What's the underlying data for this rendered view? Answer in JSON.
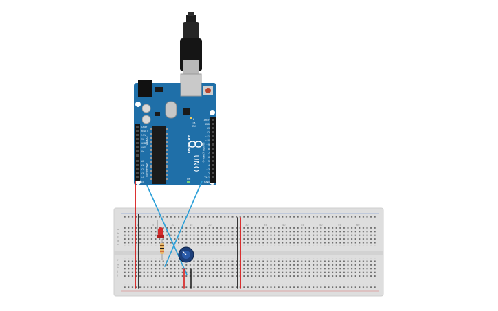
{
  "canvas": {
    "background": "#ffffff"
  },
  "arduino": {
    "board_color": "#1f6fa8",
    "brand_text": "ARDUINO",
    "model_text": "UNO",
    "power_header_text": "POWER",
    "analog_header_text": "ANALOG IN",
    "digital_header_text": "DIGITAL (PWM~)",
    "tx_text": "TX",
    "rx_text": "RX",
    "l_text": "L",
    "on_text": "ON",
    "power_pins": [
      "IOREF",
      "RESET",
      "3.3V",
      "5V",
      "GND",
      "GND",
      "Vin"
    ],
    "analog_pins": [
      "A0",
      "A1",
      "A2",
      "A3",
      "A4",
      "A5"
    ],
    "digital_pins": [
      "AREF",
      "GND",
      "13",
      "12",
      "~11",
      "~10",
      "~9",
      "8",
      "7",
      "~6",
      "~5",
      "4",
      "~3",
      "2",
      "TX▸1",
      "RX◂0"
    ]
  },
  "breadboard": {
    "color": "#dedede",
    "column_labels_left": [
      "1",
      "5",
      "10",
      "15",
      "20"
    ],
    "column_labels_right": [
      "30",
      "35",
      "40",
      "45",
      "50",
      "55",
      "60"
    ],
    "row_labels": [
      "a",
      "b",
      "c",
      "d",
      "e",
      "f",
      "g",
      "h",
      "i",
      "j"
    ]
  },
  "components": {
    "led_color": "#d42a2a",
    "resistor_color": "#e8b86a",
    "potentiometer_color": "#1d3f7a"
  },
  "wires": {
    "red": "#d81b1b",
    "black": "#222222",
    "blue": "#2a9fd8",
    "cable": "#222222"
  }
}
